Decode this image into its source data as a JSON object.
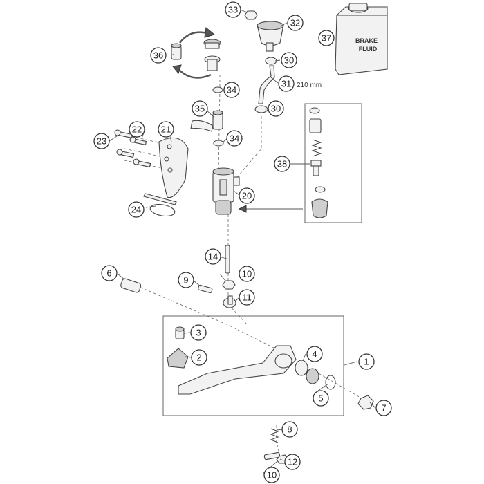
{
  "diagram": {
    "callouts": [
      "1",
      "2",
      "3",
      "4",
      "5",
      "6",
      "7",
      "8",
      "9",
      "10",
      "10",
      "11",
      "12",
      "14",
      "20",
      "21",
      "22",
      "23",
      "24",
      "30",
      "30",
      "31",
      "32",
      "33",
      "34",
      "34",
      "35",
      "36",
      "37",
      "38"
    ],
    "hose_length_note": "210 mm",
    "bottle_label_line1": "BRAKE",
    "bottle_label_line2": "FLUID"
  }
}
